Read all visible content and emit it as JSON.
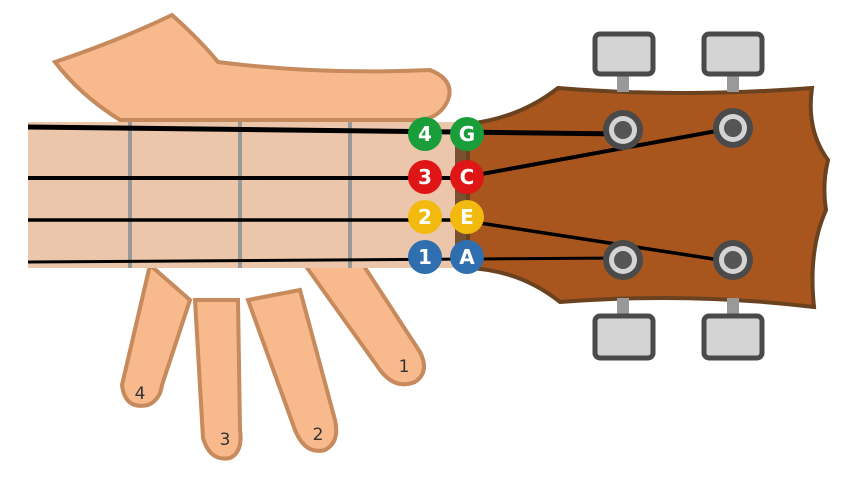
{
  "strings": [
    {
      "finger": "4",
      "note": "G",
      "color": "#1a9e3a"
    },
    {
      "finger": "3",
      "note": "C",
      "color": "#e01616"
    },
    {
      "finger": "2",
      "note": "E",
      "color": "#f2b90f"
    },
    {
      "finger": "1",
      "note": "A",
      "color": "#2f6fb0"
    }
  ],
  "finger_labels": [
    "4",
    "3",
    "2",
    "1"
  ],
  "colors": {
    "fretboard": "#ecc6aa",
    "headstock": "#a8561e",
    "skin": "#f8b98c",
    "skin_outline": "#c78a5c"
  }
}
